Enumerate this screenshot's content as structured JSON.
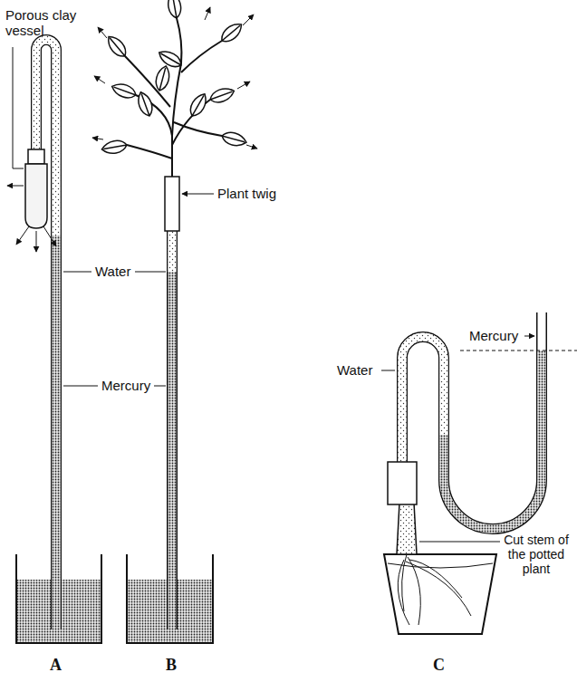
{
  "diagram": {
    "labels": [
      "Porous clay vessel",
      "Water",
      "Plant twig",
      "Mercury",
      "Water",
      "Mercury",
      "Cut stem of the potted plant",
      "A",
      "B",
      "C"
    ]
  }
}
